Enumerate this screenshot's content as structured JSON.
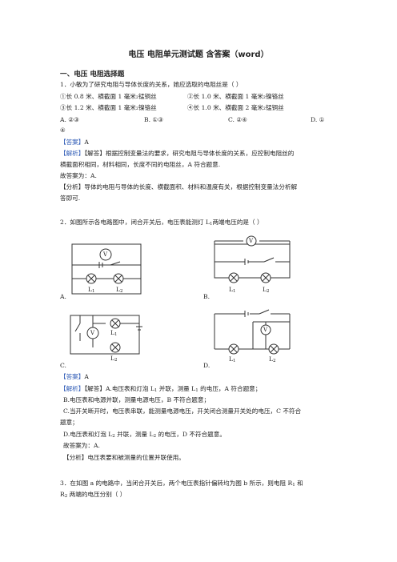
{
  "title": "电压 电阻单元测试题 含答案（word）",
  "section": "一、电压 电阻选择题",
  "q1": {
    "stem": "1．小敏为了研究电阻与导体长度的关系，她应选取的电阻丝是（    ）",
    "o1": "①长 0.8 米、横截面 1 毫米₂锰铜丝",
    "o2": "②长 1.0 米、横截面 1 毫米₂镍铬丝",
    "o3": "③长 1.2 米、横截面 1 毫米₂镍铬丝",
    "o4": "④长 1.0 米、横截面 2 毫米₂锰铜丝",
    "cA": "A. ②③",
    "cB": "B. ①③",
    "cC": "C. ②④",
    "cD": "D. ①",
    "cD2": "④",
    "ans_tag": "【答案】",
    "ans": "A",
    "jx_tag": "【解析】",
    "jx1": "【解答】根据控制变量法的要求，研究电阻与导体长度的关系，应控制电阻丝的",
    "jx2": "横截面积相同，材料相同，长度不同的电阻丝，A 符合题意.",
    "jx3": "故答案为：A.",
    "fx_tag": "【分析】",
    "fx1": "导体的电阻与导体的长度、横截面积、材料和温度有关，根据控制变量法分析解",
    "fx2": "答即可."
  },
  "q2": {
    "stem_a": "2．如图所示各电路图中，闭合开关后，电压表能测灯 L",
    "stem_sub": "1",
    "stem_b": "两端电压的是（    ）",
    "labA": "A.",
    "labB": "B.",
    "labC": "C.",
    "labD": "D.",
    "volt": "V",
    "L1": "L",
    "L2": "L",
    "s1": "1",
    "s2": "2",
    "ans_tag": "【答案】",
    "ans": "A",
    "jx_tag": "【解析】",
    "jxA_a": "【解答】A.电压表和灯泡 L",
    "jxA_b": " 并联，测量 L",
    "jxA_c": " 的电压，A 符合题意；",
    "jxB": "B.电压表和电源并联，测量电源电压，B 不符合题意；",
    "jxC1": "C.当开关断开时，电压表串联，能测量电源电压，开关闭合测量开关处的电压，C  不符合",
    "jxC2": "题意；",
    "jxD_a": "D.电压表和灯泡 L",
    "jxD_b": " 并联，测量 L",
    "jxD_c": " 的电压，D 不符合题意。",
    "jx3": "故答案为：A.",
    "fx_tag": "【分析】",
    "fx1": "电压表要和被测量的位置并联使用。"
  },
  "q3": {
    "stem1": "3．在如图 a 的电路中，当闭合开关后，两个电压表指针偏转均为图 b 所示，则电阻 R",
    "stem1_b": " 和",
    "stem2_a": "R",
    "stem2_b": " 两端的电压分别（    ）"
  }
}
